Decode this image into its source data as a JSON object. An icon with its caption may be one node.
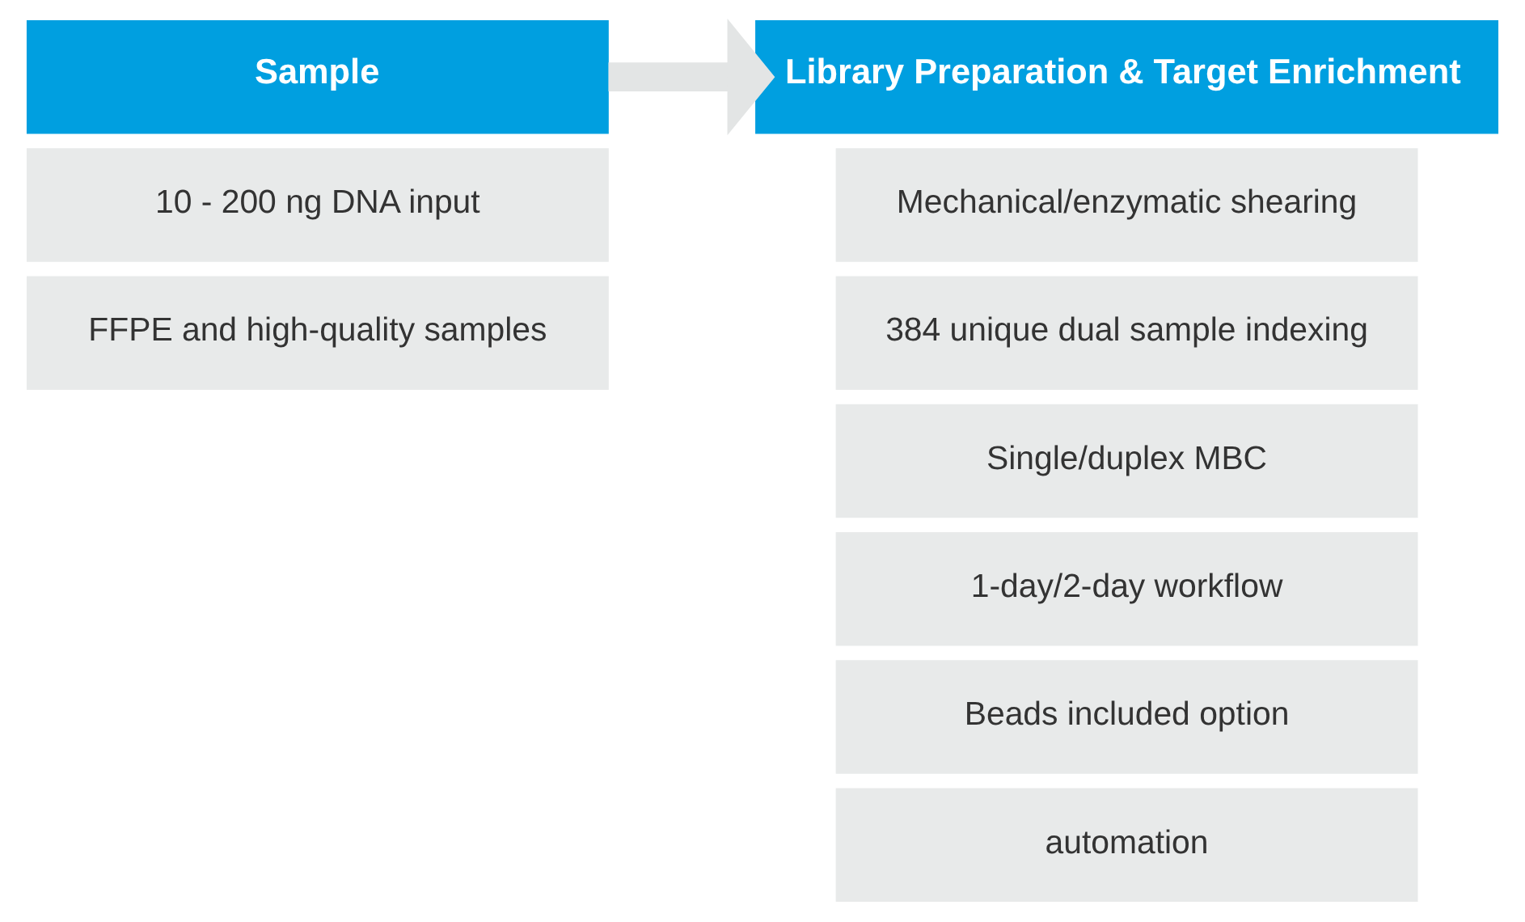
{
  "diagram": {
    "nodes": [
      {
        "text": [
          "Sample"
        ]
      },
      {
        "text": [
          "10 - 200 ng DNA input"
        ]
      },
      {
        "text": [
          "FFPE and high-quality samples"
        ]
      },
      {
        "text": [
          "Library Preparation & Target Enrichment"
        ]
      },
      {
        "text": [
          "Mechanical/enzymatic shearing"
        ]
      },
      {
        "text": [
          "384 unique dual sample indexing"
        ]
      },
      {
        "text": [
          "Single/duplex MBC"
        ]
      },
      {
        "text": [
          "1-day/2-day workflow"
        ]
      },
      {
        "text": [
          "Beads included option"
        ]
      },
      {
        "text": [
          "automation"
        ]
      }
    ],
    "edges": [
      {
        "from": 0,
        "to": 3,
        "arrow": "to"
      }
    ]
  }
}
